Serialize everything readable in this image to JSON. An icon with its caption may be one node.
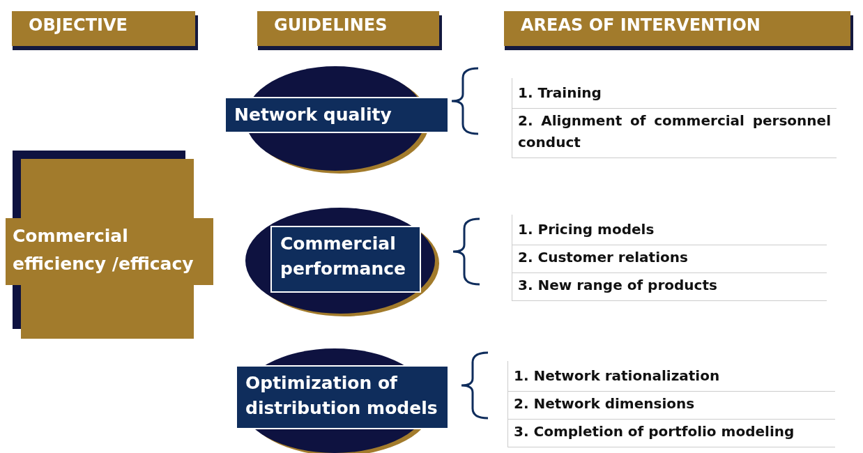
{
  "diagram": {
    "nodes": [
      {
        "text": [
          "OBJECTIVE"
        ]
      },
      {
        "text": [
          "GUIDELINES"
        ]
      },
      {
        "text": [
          "AREAS OF INTERVENTION"
        ]
      },
      {
        "text": [
          "Commercial efficiency /efficacy"
        ]
      },
      {
        "text": [
          "Network quality"
        ]
      },
      {
        "text": [
          "Commercial performance"
        ]
      },
      {
        "text": [
          "Optimization of distribution models"
        ]
      },
      {
        "text": [
          "1. Training"
        ]
      },
      {
        "text": [
          "2. Alignment of commercial personnel conduct"
        ]
      },
      {
        "text": [
          "1. Pricing models"
        ]
      },
      {
        "text": [
          "2. Customer relations"
        ]
      },
      {
        "text": [
          "3. New range of products"
        ]
      },
      {
        "text": [
          "1. Network rationalization"
        ]
      },
      {
        "text": [
          "2. Network dimensions"
        ]
      },
      {
        "text": [
          "3. Completion of portfolio modeling"
        ]
      }
    ]
  }
}
